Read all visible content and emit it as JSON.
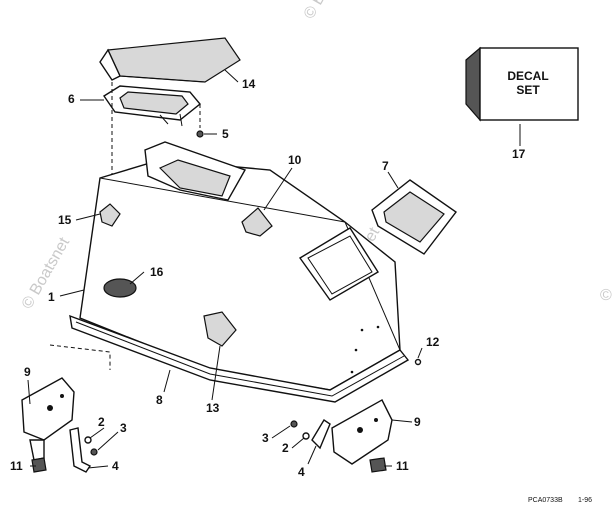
{
  "watermark": {
    "text_top": "© B",
    "text_mid": "© Boatsnet",
    "text_left": "© Boatsnet",
    "text_right": "©"
  },
  "decal": {
    "line1": "DECAL",
    "line2": "SET"
  },
  "footer": {
    "code": "PCA0733B",
    "date": "1-96"
  },
  "callouts": {
    "c1": "1",
    "c2a": "2",
    "c2b": "2",
    "c3a": "3",
    "c3b": "3",
    "c4a": "4",
    "c4b": "4",
    "c5": "5",
    "c6": "6",
    "c7": "7",
    "c8": "8",
    "c9a": "9",
    "c9b": "9",
    "c10": "10",
    "c11a": "11",
    "c11b": "11",
    "c12": "12",
    "c13": "13",
    "c14": "14",
    "c15": "15",
    "c16": "16",
    "c17": "17"
  }
}
